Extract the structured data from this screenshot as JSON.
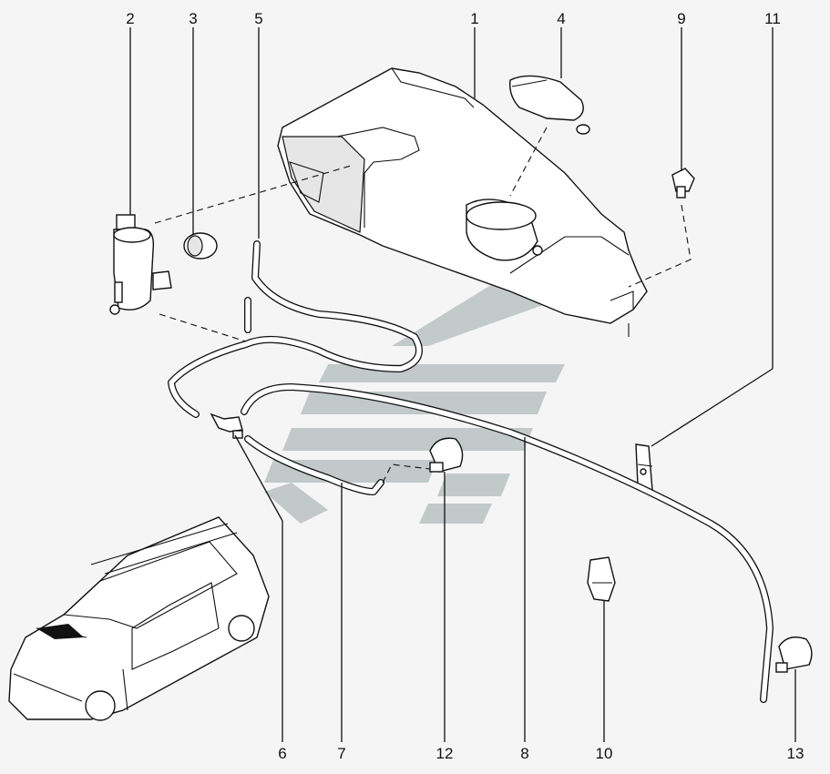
{
  "callouts": [
    {
      "id": "1",
      "label": "1"
    },
    {
      "id": "2",
      "label": "2"
    },
    {
      "id": "3",
      "label": "3"
    },
    {
      "id": "4",
      "label": "4"
    },
    {
      "id": "5",
      "label": "5"
    },
    {
      "id": "6",
      "label": "6"
    },
    {
      "id": "7",
      "label": "7"
    },
    {
      "id": "8",
      "label": "8"
    },
    {
      "id": "9",
      "label": "9"
    },
    {
      "id": "10",
      "label": "10"
    },
    {
      "id": "11",
      "label": "11"
    },
    {
      "id": "12",
      "label": "12"
    },
    {
      "id": "13",
      "label": "13"
    }
  ],
  "colors": {
    "background": "#f5f5f5",
    "line": "#111111",
    "watermark": "#b9c2c2"
  },
  "icons": {
    "watermark": "watermark-logo",
    "vehicle": "van-locator-icon"
  }
}
